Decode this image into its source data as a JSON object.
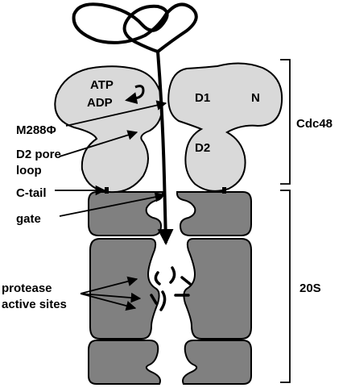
{
  "labels": {
    "atp": "ATP",
    "adp": "ADP",
    "d1": "D1",
    "n": "N",
    "d2": "D2",
    "m288": "M288Φ",
    "d2_pore_loop_line1": "D2 pore",
    "d2_pore_loop_line2": "loop",
    "c_tail": "C-tail",
    "gate": "gate",
    "protease_line1": "protease",
    "protease_line2": "active sites",
    "cdc48": "Cdc48",
    "s20": "20S"
  },
  "colors": {
    "cdc48_fill": "#d9d9d9",
    "proteasome_fill": "#808080",
    "outline": "#000000",
    "background": "#ffffff"
  }
}
